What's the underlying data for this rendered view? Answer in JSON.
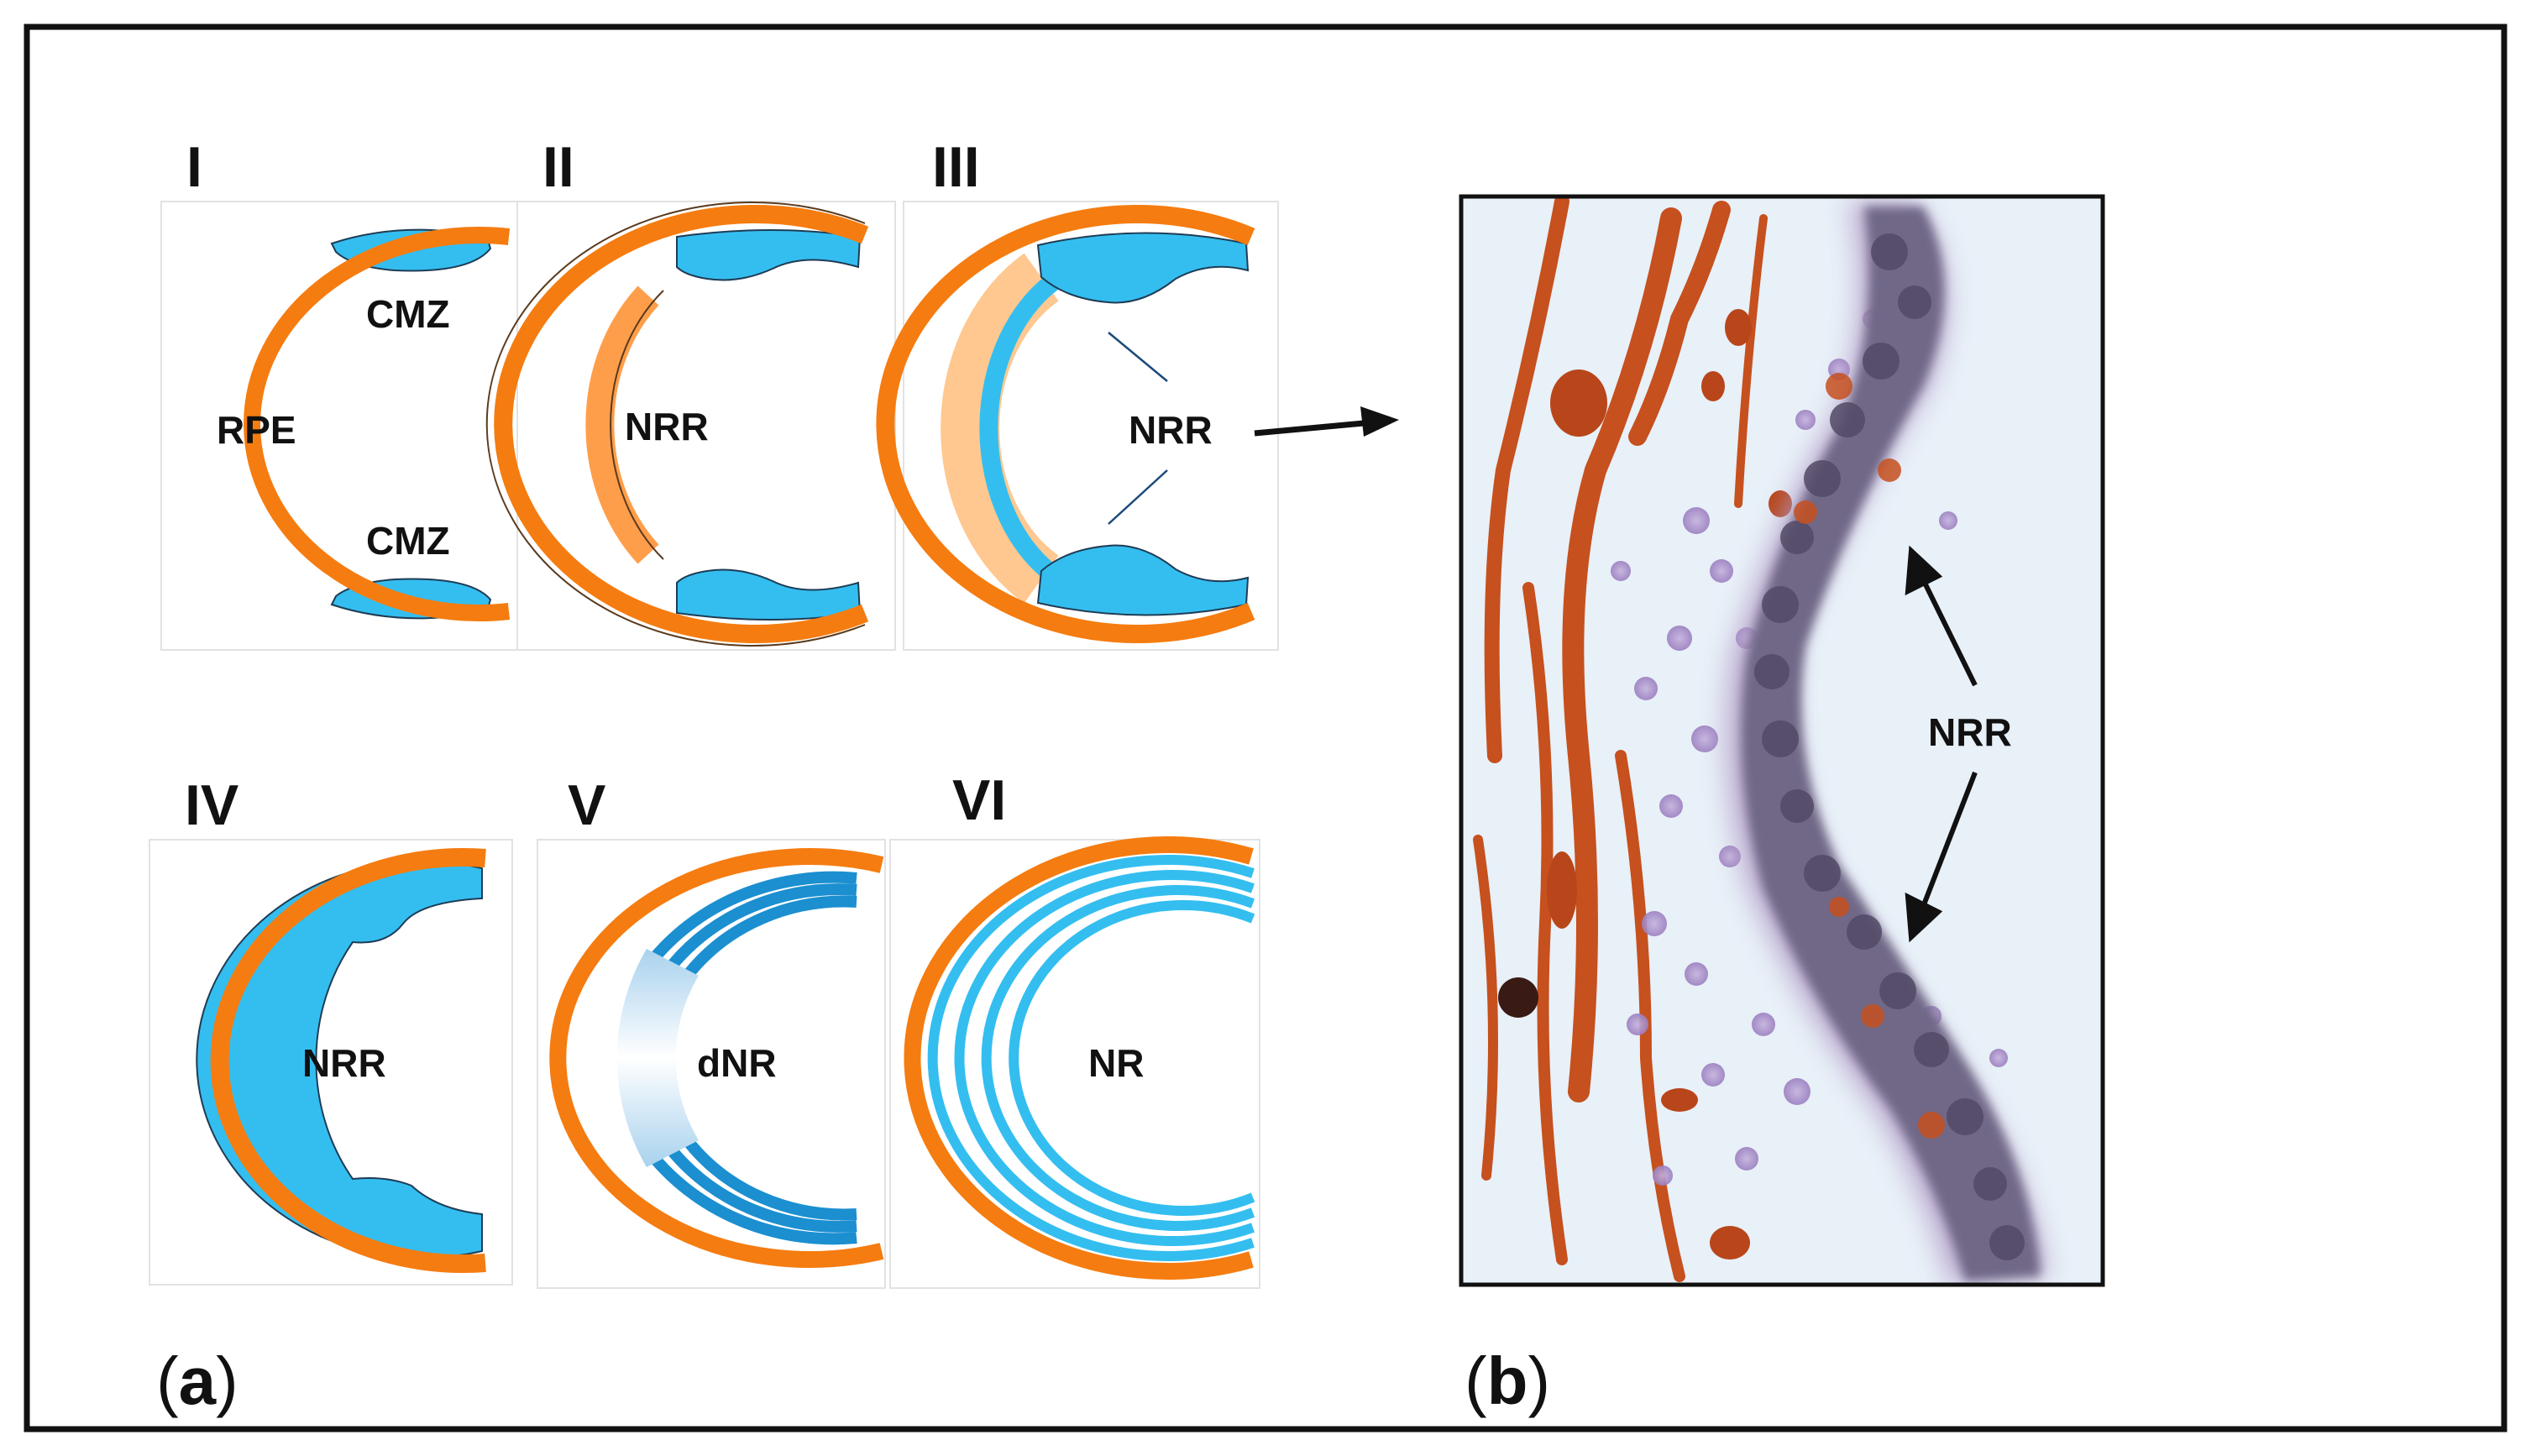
{
  "figure": {
    "panel_a": {
      "caption_open": "(",
      "caption_letter": "a",
      "caption_close": ")",
      "stages": [
        {
          "roman": "I",
          "labels": [
            "RPE",
            "CMZ",
            "CMZ"
          ]
        },
        {
          "roman": "II",
          "labels": [
            "NRR"
          ]
        },
        {
          "roman": "III",
          "labels": [
            "NRR"
          ]
        },
        {
          "roman": "IV",
          "labels": [
            "NRR"
          ]
        },
        {
          "roman": "V",
          "labels": [
            "dNR"
          ]
        },
        {
          "roman": "VI",
          "labels": [
            "NR"
          ]
        }
      ]
    },
    "panel_b": {
      "caption_open": "(",
      "caption_letter": "b",
      "caption_close": ")",
      "label": "NRR"
    },
    "colors": {
      "rpe_orange": "#F57C10",
      "retina_blue": "#34BEF0",
      "light_orange": "#FFC890",
      "dark_blue": "#1B8FD0",
      "stain_brown": "#C6501E",
      "stain_purple": "#A98FC6",
      "frame": "#111111"
    }
  }
}
